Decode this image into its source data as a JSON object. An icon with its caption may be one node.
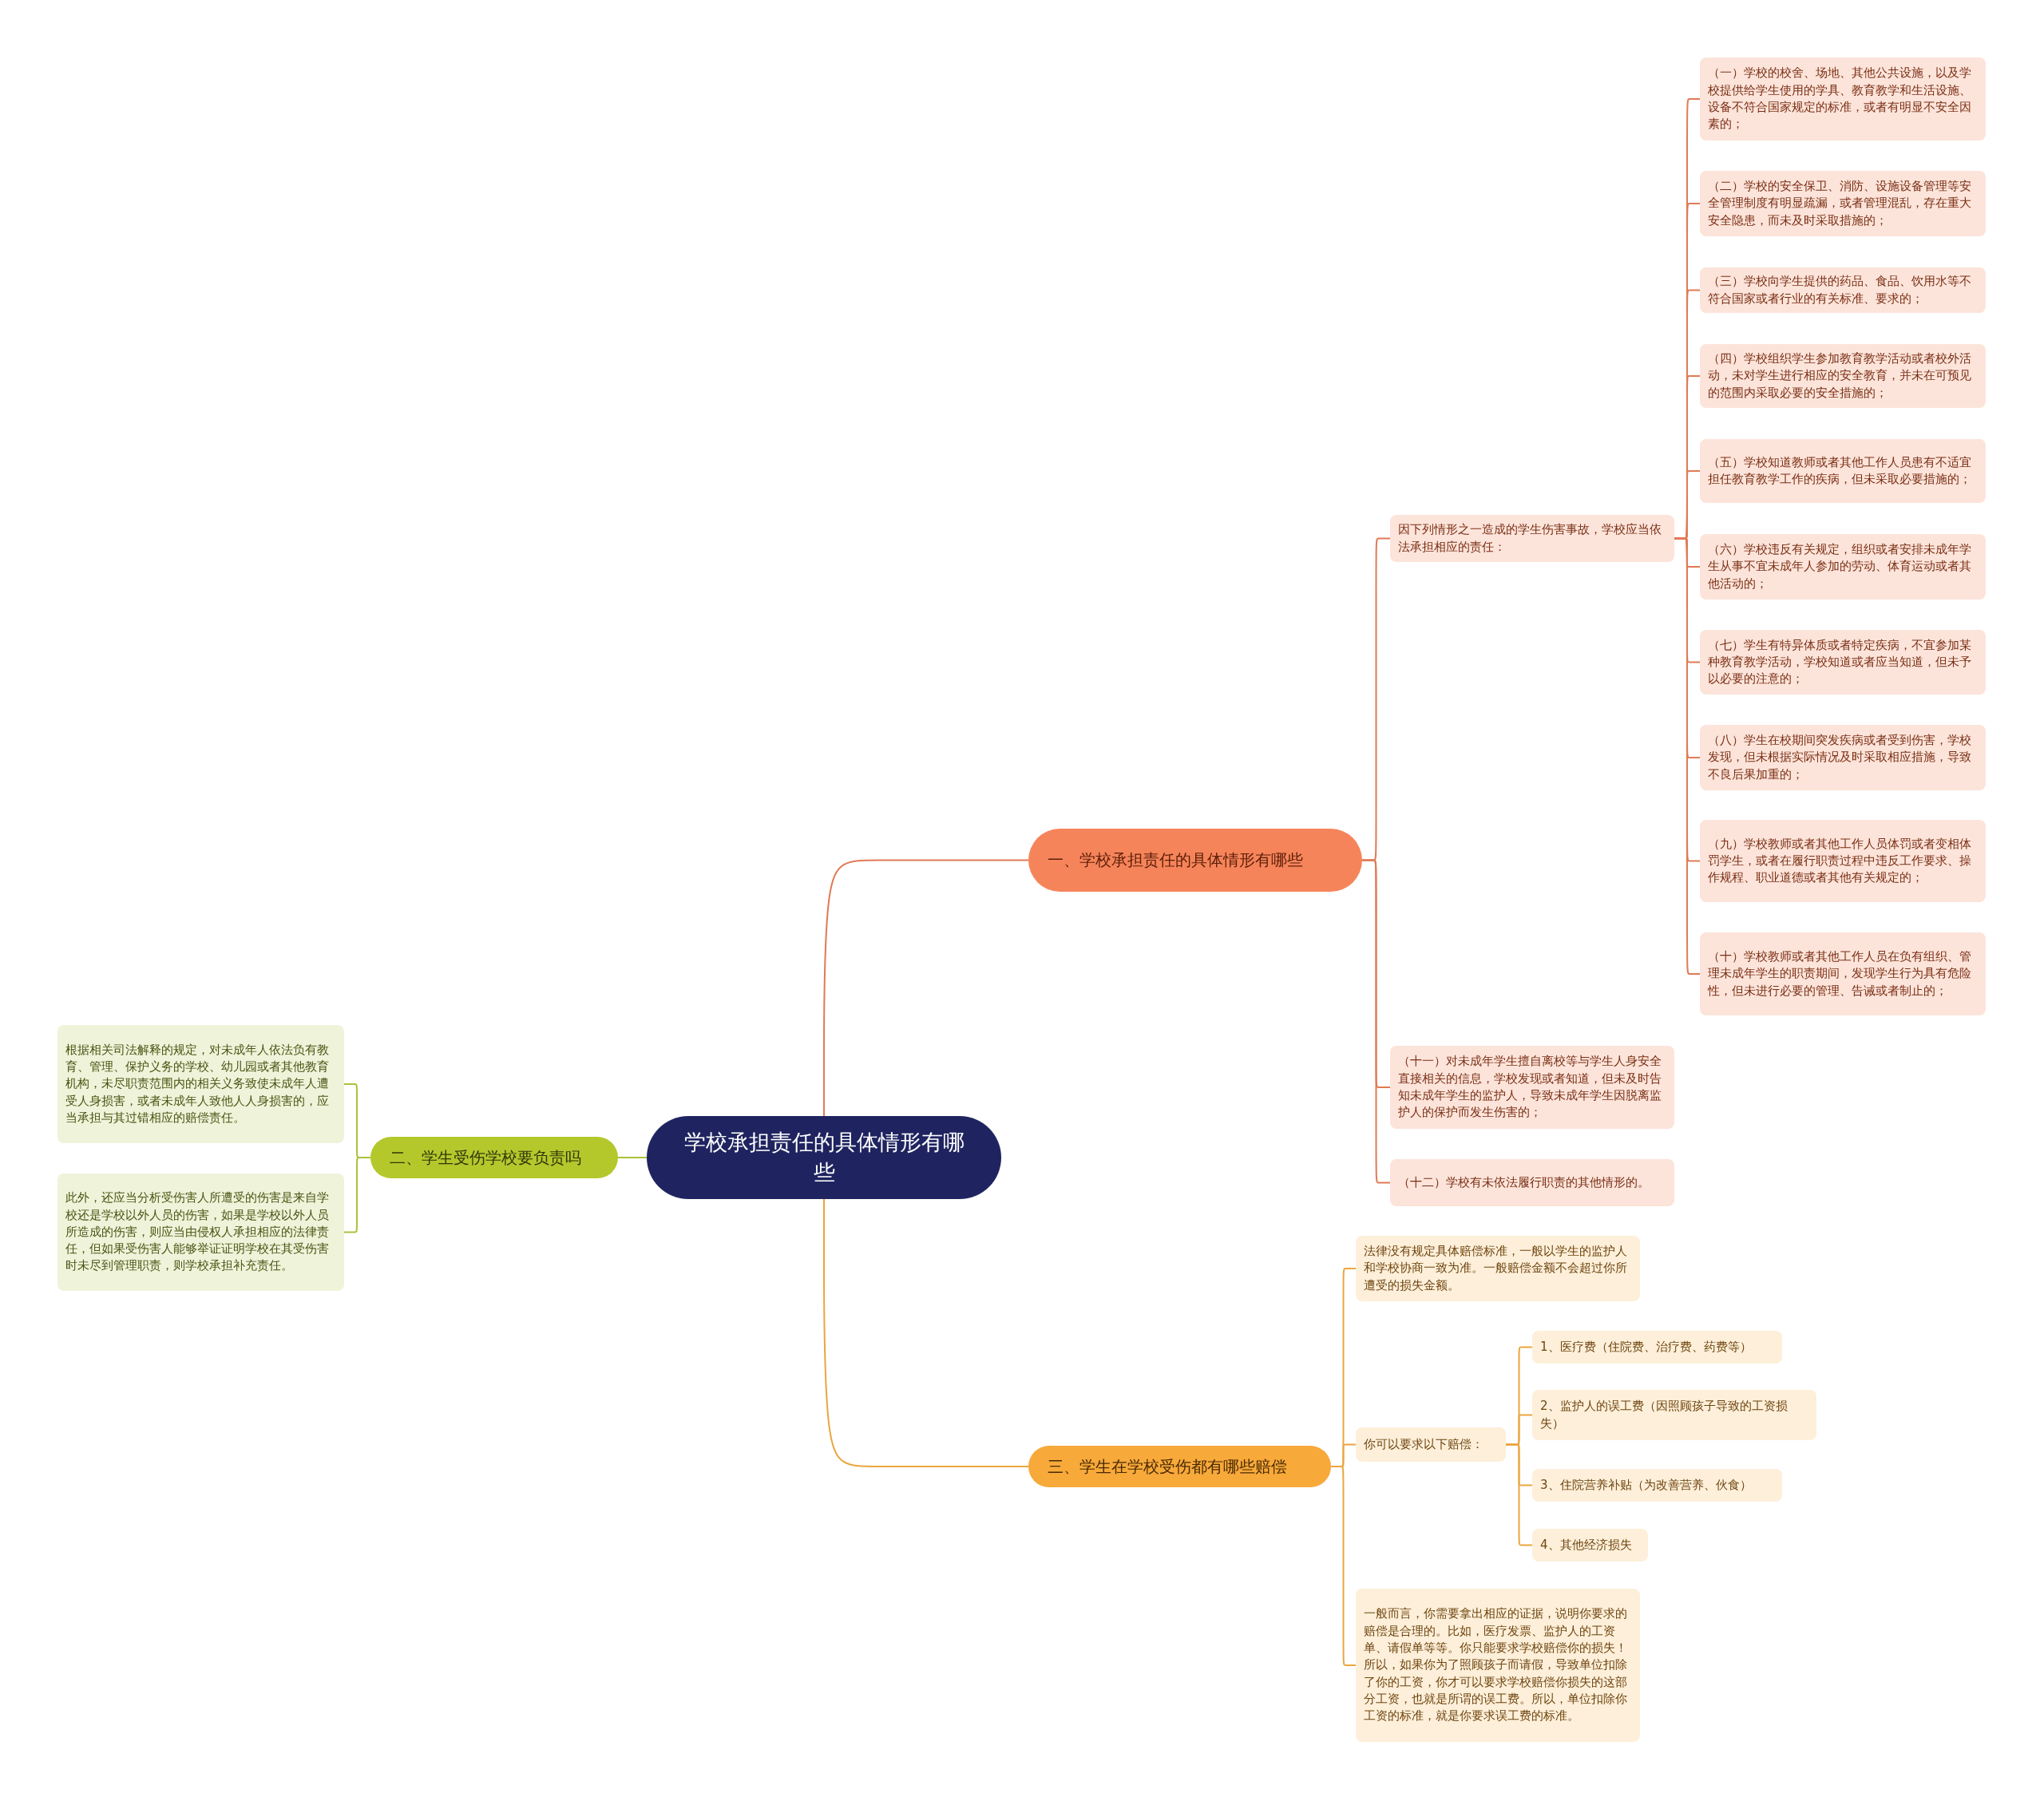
{
  "diagram": {
    "nodes": [
      {
        "text": [
          "学校承担责任的具体情形有哪些"
        ]
      },
      {
        "text": [
          "一、学校承担责任的具体情形有哪些"
        ]
      },
      {
        "text": [
          "因下列情形之一造成的学生伤害事故，学校应当依法承担相应的责任："
        ]
      },
      {
        "text": [
          "（一）学校的校舍、场地、其他公共设施，以及学校提供给学生使用的学具、教育教学和生活设施、设备不符合国家规定的标准，或者有明显不安全因素的；"
        ]
      },
      {
        "text": [
          "（二）学校的安全保卫、消防、设施设备管理等安全管理制度有明显疏漏，或者管理混乱，存在重大安全隐患，而未及时采取措施的；"
        ]
      },
      {
        "text": [
          "（三）学校向学生提供的药品、食品、饮用水等不符合国家或者行业的有关标准、要求的；"
        ]
      },
      {
        "text": [
          "（四）学校组织学生参加教育教学活动或者校外活动，未对学生进行相应的安全教育，并未在可预见的范围内采取必要的安全措施的；"
        ]
      },
      {
        "text": [
          "（五）学校知道教师或者其他工作人员患有不适宜担任教育教学工作的疾病，但未采取必要措施的；"
        ]
      },
      {
        "text": [
          "（六）学校违反有关规定，组织或者安排未成年学生从事不宜未成年人参加的劳动、体育运动或者其他活动的；"
        ]
      },
      {
        "text": [
          "（七）学生有特异体质或者特定疾病，不宜参加某种教育教学活动，学校知道或者应当知道，但未予以必要的注意的；"
        ]
      },
      {
        "text": [
          "（八）学生在校期间突发疾病或者受到伤害，学校发现，但未根据实际情况及时采取相应措施，导致不良后果加重的；"
        ]
      },
      {
        "text": [
          "（九）学校教师或者其他工作人员体罚或者变相体罚学生，或者在履行职责过程中违反工作要求、操作规程、职业道德或者其他有关规定的；"
        ]
      },
      {
        "text": [
          "（十）学校教师或者其他工作人员在负有组织、管理未成年学生的职责期间，发现学生行为具有危险性，但未进行必要的管理、告诫或者制止的；"
        ]
      },
      {
        "text": [
          "（十一）对未成年学生擅自离校等与学生人身安全直接相关的信息，学校发现或者知道，但未及时告知未成年学生的监护人，导致未成年学生因脱离监护人的保护而发生伤害的；"
        ]
      },
      {
        "text": [
          "（十二）学校有未依法履行职责的其他情形的。"
        ]
      },
      {
        "text": [
          "二、学生受伤学校要负责吗"
        ]
      },
      {
        "text": [
          "根据相关司法解释的规定，对未成年人依法负有教育、管理、保护义务的学校、幼儿园或者其他教育机构，未尽职责范围内的相关义务致使未成年人遭受人身损害，或者未成年人致他人人身损害的，应当承担与其过错相应的赔偿责任。"
        ]
      },
      {
        "text": [
          "此外，还应当分析受伤害人所遭受的伤害是来自学校还是学校以外人员的伤害，如果是学校以外人员所造成的伤害，则应当由侵权人承担相应的法律责任，但如果受伤害人能够举证证明学校在其受伤害时未尽到管理职责，则学校承担补充责任。"
        ]
      },
      {
        "text": [
          "三、学生在学校受伤都有哪些赔偿"
        ]
      },
      {
        "text": [
          "法律没有规定具体赔偿标准，一般以学生的监护人和学校协商一致为准。一般赔偿金额不会超过你所遭受的损失金额。"
        ]
      },
      {
        "text": [
          "你可以要求以下赔偿："
        ]
      },
      {
        "text": [
          "1、医疗费（住院费、治疗费、药费等）"
        ]
      },
      {
        "text": [
          "2、监护人的误工费（因照顾孩子导致的工资损失）"
        ]
      },
      {
        "text": [
          "3、住院营养补贴（为改善营养、伙食）"
        ]
      },
      {
        "text": [
          "4、其他经济损失"
        ]
      },
      {
        "text": [
          "一般而言，你需要拿出相应的证据，说明你要求的赔偿是合理的。比如，医疗发票、监护人的工资单、请假单等等。你只能要求学校赔偿你的损失！所以，如果你为了照顾孩子而请假，导致单位扣除了你的工资，你才可以要求学校赔偿你损失的这部分工资，也就是所谓的误工费。所以，单位扣除你工资的标准，就是你要求误工费的标准。"
        ]
      }
    ],
    "edges": [
      {
        "from": 0,
        "to": 1,
        "arrow": "none"
      },
      {
        "from": 1,
        "to": 2,
        "arrow": "none"
      },
      {
        "from": 2,
        "to": 3,
        "arrow": "none"
      },
      {
        "from": 2,
        "to": 4,
        "arrow": "none"
      },
      {
        "from": 2,
        "to": 5,
        "arrow": "none"
      },
      {
        "from": 2,
        "to": 6,
        "arrow": "none"
      },
      {
        "from": 2,
        "to": 7,
        "arrow": "none"
      },
      {
        "from": 2,
        "to": 8,
        "arrow": "none"
      },
      {
        "from": 2,
        "to": 9,
        "arrow": "none"
      },
      {
        "from": 2,
        "to": 10,
        "arrow": "none"
      },
      {
        "from": 2,
        "to": 11,
        "arrow": "none"
      },
      {
        "from": 2,
        "to": 12,
        "arrow": "none"
      },
      {
        "from": 1,
        "to": 13,
        "arrow": "none"
      },
      {
        "from": 1,
        "to": 14,
        "arrow": "none"
      },
      {
        "from": 0,
        "to": 15,
        "arrow": "none",
        "color": "#a9c23a"
      },
      {
        "from": 15,
        "to": 16,
        "arrow": "none",
        "color": "#a9c23a"
      },
      {
        "from": 15,
        "to": 17,
        "arrow": "none",
        "color": "#a9c23a"
      },
      {
        "from": 0,
        "to": 18,
        "arrow": "none",
        "color": "#eaa63f"
      },
      {
        "from": 18,
        "to": 19,
        "arrow": "none",
        "color": "#eaa63f"
      },
      {
        "from": 18,
        "to": 20,
        "arrow": "none",
        "color": "#eaa63f"
      },
      {
        "from": 20,
        "to": 21,
        "arrow": "none",
        "color": "#eaa63f"
      },
      {
        "from": 20,
        "to": 22,
        "arrow": "none",
        "color": "#eaa63f"
      },
      {
        "from": 20,
        "to": 23,
        "arrow": "none",
        "color": "#eaa63f"
      },
      {
        "from": 20,
        "to": 24,
        "arrow": "none",
        "color": "#eaa63f"
      },
      {
        "from": 18,
        "to": 25,
        "arrow": "none",
        "color": "#eaa63f"
      }
    ]
  }
}
